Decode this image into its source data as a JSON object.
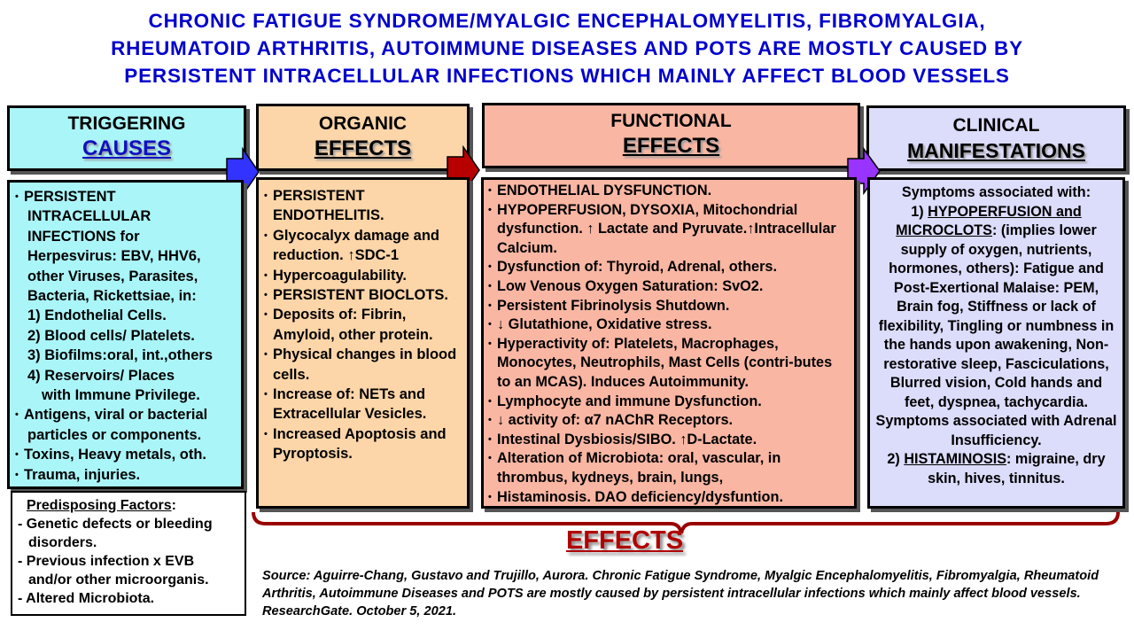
{
  "title": [
    "CHRONIC FATIGUE SYNDROME/MYALGIC ENCEPHALOMYELITIS, FIBROMYALGIA,",
    "RHEUMATOID ARTHRITIS, AUTOIMMUNE DISEASES AND POTS ARE MOSTLY CAUSED BY",
    "PERSISTENT INTRACELLULAR INFECTIONS WHICH MAINLY AFFECT BLOOD VESSELS"
  ],
  "headers": {
    "triggering": {
      "line1": "TRIGGERING",
      "line2": "CAUSES"
    },
    "organic": {
      "line1": "ORGANIC",
      "line2": "EFFECTS"
    },
    "functional": {
      "line1": "FUNCTIONAL",
      "line2": "EFFECTS"
    },
    "clinical": {
      "line1": "CLINICAL",
      "line2": "MANIFESTATIONS"
    }
  },
  "causes": [
    "PERSISTENT",
    "INTRACELLULAR",
    "INFECTIONS for",
    "Herpesvirus: EBV, HHV6,",
    "other Viruses, Parasites,",
    "Bacteria, Rickettsiae, in:",
    "1) Endothelial Cells.",
    "2) Blood cells/ Platelets.",
    "3) Biofilms:oral, int.,others",
    "4) Reservoirs/ Places",
    "with Immune Privilege.",
    "Antigens, viral or bacterial",
    "particles or components.",
    "Toxins, Heavy metals, oth.",
    "Trauma, injuries."
  ],
  "predisposing": {
    "title": "Predisposing Factors",
    "colon": ":",
    "items": [
      "- Genetic defects or bleeding disorders.",
      "- Previous infection x EVB and/or other microorganis.",
      "- Altered Microbiota."
    ]
  },
  "organic": [
    "PERSISTENT ENDOTHELITIS.",
    "Glycocalyx damage and reduction. ↑SDC-1",
    "Hypercoagulability.",
    "PERSISTENT BIOCLOTS.",
    "Deposits of: Fibrin, Amyloid, other protein.",
    "Physical changes in blood cells.",
    "Increase of: NETs and Extracellular Vesicles.",
    "Increased Apoptosis and Pyroptosis."
  ],
  "functional": [
    "ENDOTHELIAL DYSFUNCTION.",
    "HYPOPERFUSION, DYSOXIA, Mitochondrial dysfunction. ↑ Lactate and Pyruvate.↑Intracellular Calcium.",
    "Dysfunction of: Thyroid, Adrenal, others.",
    "Low Venous Oxygen Saturation: SvO2.",
    "Persistent Fibrinolysis Shutdown.",
    "↓ Glutathione, Oxidative stress.",
    "Hyperactivity of: Platelets, Macrophages, Monocytes, Neutrophils, Mast Cells (contri-butes to an MCAS). Induces Autoimmunity.",
    "Lymphocyte and immune Dysfunction.",
    "↓ activity of: α7 nAChR Receptors.",
    "Intestinal Dysbiosis/SIBO. ↑D-Lactate.",
    "Alteration of Microbiota: oral, vascular, in thrombus, kydneys, brain, lungs,",
    "Histaminosis. DAO deficiency/dysfuntion."
  ],
  "clinical": {
    "intro": "Symptoms associated with:",
    "p1_num": "1) ",
    "p1_head": "HYPOPERFUSION and MICROCLOTS",
    "p1_text": ": (implies lower supply of oxygen, nutrients, hormones, others): Fatigue and Post-Exertional Malaise: PEM, Brain fog, Stiffness or lack of flexibility, Tingling or numbness in the hands upon awakening, Non-restorative sleep, Fasciculations, Blurred vision, Cold hands and feet, dyspnea, tachycardia.",
    "p2": "Symptoms associated with Adrenal Insufficiency.",
    "p3_num": "2) ",
    "p3_head": "HISTAMINOSIS",
    "p3_text": ": migraine, dry skin, hives, tinnitus."
  },
  "effects_label": "EFFECTS",
  "source": "Source: Aguirre-Chang, Gustavo and Trujillo, Aurora. Chronic Fatigue Syndrome, Myalgic Encephalomyelitis, Fibromyalgia, Rheumatoid Arthritis, Autoimmune Diseases and POTS are mostly caused by persistent intracellular infections which mainly affect blood vessels. ResearchGate. October 5, 2021.",
  "colors": {
    "title": "#0000cc",
    "causes_box": "#aaf5f8",
    "organic_box": "#fcd5a8",
    "functional_box": "#f9b6a3",
    "clinical_box": "#dcdcfb",
    "effects_label": "#b00000",
    "arrow_blue": "#3333ff",
    "arrow_red": "#b80000",
    "arrow_violet": "#9933ff"
  }
}
